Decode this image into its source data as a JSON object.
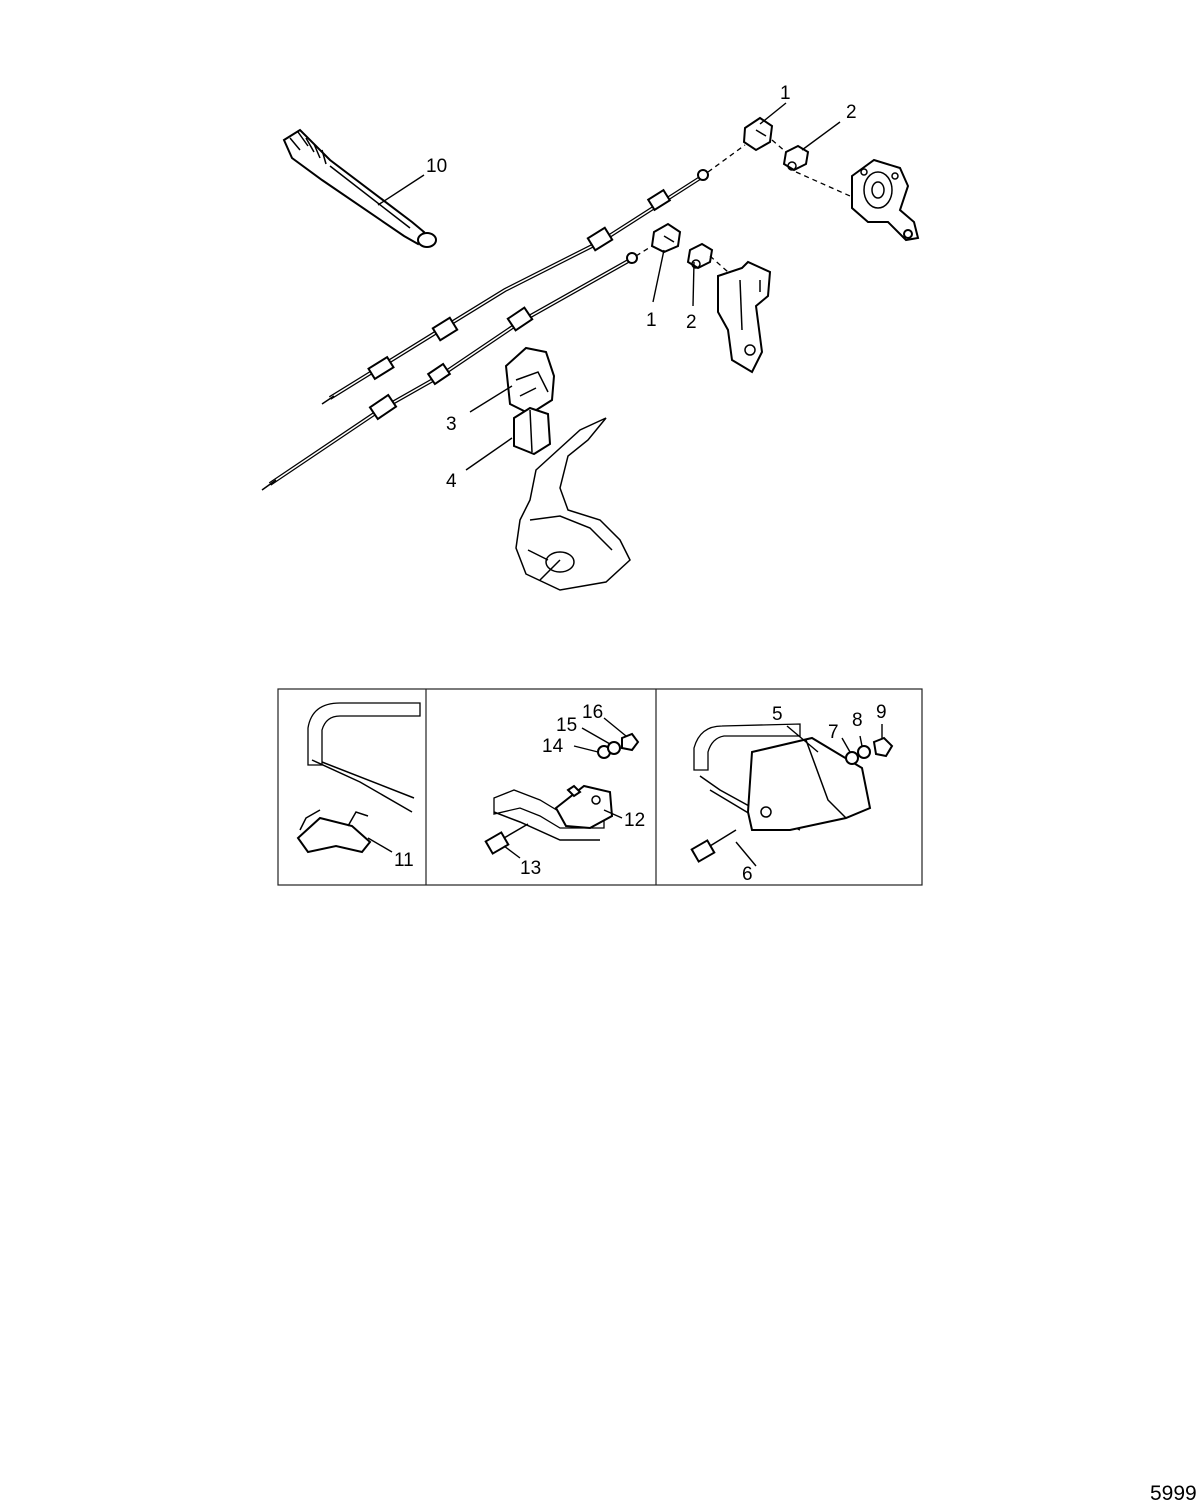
{
  "figure_id": "5999",
  "callouts": {
    "c1_upper": "1",
    "c2_upper": "2",
    "c10": "10",
    "c1_lower": "1",
    "c2_lower": "2",
    "c3": "3",
    "c4": "4",
    "c5": "5",
    "c6": "6",
    "c7": "7",
    "c8": "8",
    "c9": "9",
    "c11": "11",
    "c12": "12",
    "c13": "13",
    "c14": "14",
    "c15": "15",
    "c16": "16"
  }
}
